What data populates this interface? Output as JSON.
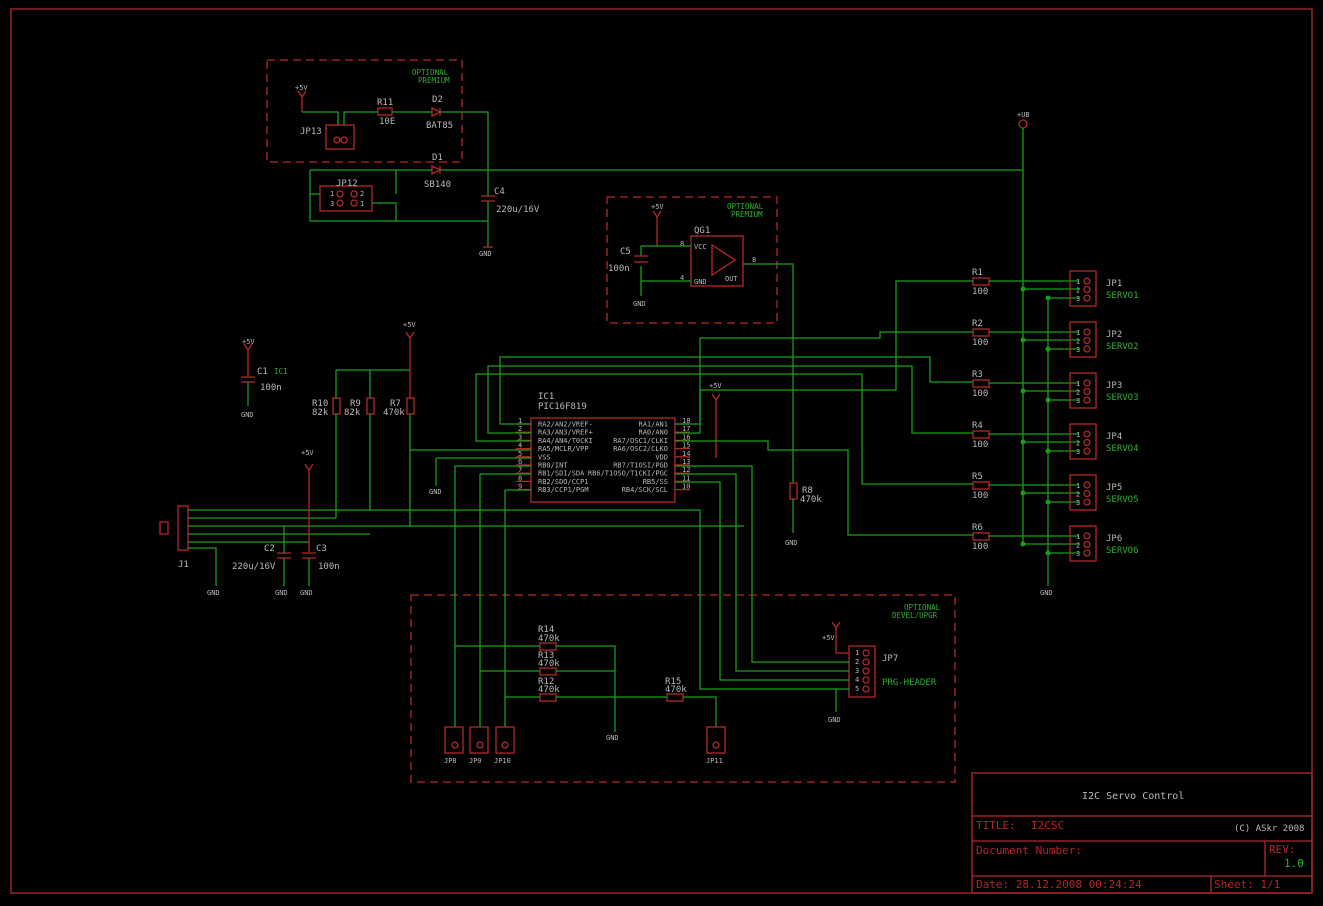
{
  "colors": {
    "background": "#000000",
    "frame": "#b42828",
    "wire": "#1a9e1a",
    "label": "#b9b9b9",
    "value": "#2fb02f"
  },
  "power": {
    "p5v": "+5V",
    "gnd": "GND",
    "vb": "+UB"
  },
  "optional": {
    "optional": "OPTIONAL",
    "premium": "PREMIUM",
    "devel": "DEVEL/UPGR"
  },
  "components": {
    "jp13": "JP13",
    "jp12": "JP12",
    "r11": "R11",
    "r11_val": "10E",
    "d2": "D2",
    "d2_val": "BAT85",
    "d1": "D1",
    "d1_val": "SB140",
    "c4": "C4",
    "c4_val": "220u/16V",
    "c5": "C5",
    "c5_val": "100n",
    "qg1": "QG1",
    "qg1_vcc": "VCC",
    "qg1_gnd": "GND",
    "qg1_out": "OUT",
    "c1": "C1",
    "c1_val": "100n",
    "ic1_tag": "IC1",
    "r10": "R10",
    "r10_val": "82k",
    "r9": "R9",
    "r9_val": "82k",
    "r7": "R7",
    "r7_val": "470k",
    "r8": "R8",
    "r8_val": "470k",
    "c2": "C2",
    "c2_val": "220u/16V",
    "c3": "C3",
    "c3_val": "100n",
    "j1": "J1",
    "ic1": "IC1",
    "ic1_part": "PIC16F819",
    "r14": "R14",
    "r14_val": "470k",
    "r13": "R13",
    "r13_val": "470k",
    "r12": "R12",
    "r12_val": "470k",
    "r15": "R15",
    "r15_val": "470k",
    "jp8": "JP8",
    "jp9": "JP9",
    "jp10": "JP10",
    "jp11": "JP11",
    "jp7": "JP7",
    "jp7_name": "PRG-HEADER"
  },
  "ic_pins_left": [
    {
      "num": "1",
      "name": "RA2/AN2/VREF-"
    },
    {
      "num": "2",
      "name": "RA3/AN3/VREF+"
    },
    {
      "num": "3",
      "name": "RA4/AN4/T0CKI"
    },
    {
      "num": "4",
      "name": "RA5/MCLR/VPP"
    },
    {
      "num": "5",
      "name": "VSS"
    },
    {
      "num": "6",
      "name": "RB0/INT"
    },
    {
      "num": "7",
      "name": "RB1/SDI/SDA"
    },
    {
      "num": "8",
      "name": "RB2/SDO/CCP1"
    },
    {
      "num": "9",
      "name": "RB3/CCP1/PGM"
    }
  ],
  "ic_pins_right": [
    {
      "num": "18",
      "name": "RA1/AN1"
    },
    {
      "num": "17",
      "name": "RA0/AN0"
    },
    {
      "num": "16",
      "name": "RA7/OSC1/CLKI"
    },
    {
      "num": "15",
      "name": "RA6/OSC2/CLKO"
    },
    {
      "num": "14",
      "name": "VDD"
    },
    {
      "num": "13",
      "name": "RB7/T1OSI/PGD"
    },
    {
      "num": "12",
      "name": "RB6/T1OSO/T1CKI/PGC"
    },
    {
      "num": "11",
      "name": "RB5/SS"
    },
    {
      "num": "10",
      "name": "RB4/SCK/SCL"
    }
  ],
  "servo_channels": [
    {
      "r": "R1",
      "rval": "100",
      "jp": "JP1",
      "name": "SERVO1"
    },
    {
      "r": "R2",
      "rval": "100",
      "jp": "JP2",
      "name": "SERVO2"
    },
    {
      "r": "R3",
      "rval": "100",
      "jp": "JP3",
      "name": "SERVO3"
    },
    {
      "r": "R4",
      "rval": "100",
      "jp": "JP4",
      "name": "SERVO4"
    },
    {
      "r": "R5",
      "rval": "100",
      "jp": "JP5",
      "name": "SERVO5"
    },
    {
      "r": "R6",
      "rval": "100",
      "jp": "JP6",
      "name": "SERVO6"
    }
  ],
  "title_block": {
    "project": "I2C Servo Control",
    "title_label": "TITLE:",
    "title_value": "I2CSC",
    "copyright": "(C) ASkr 2008",
    "doc_label": "Document Number:",
    "rev_label": "REV:",
    "rev_value": "1.0",
    "date": "Date: 28.12.2008 00:24:24",
    "sheet": "Sheet: 1/1"
  }
}
